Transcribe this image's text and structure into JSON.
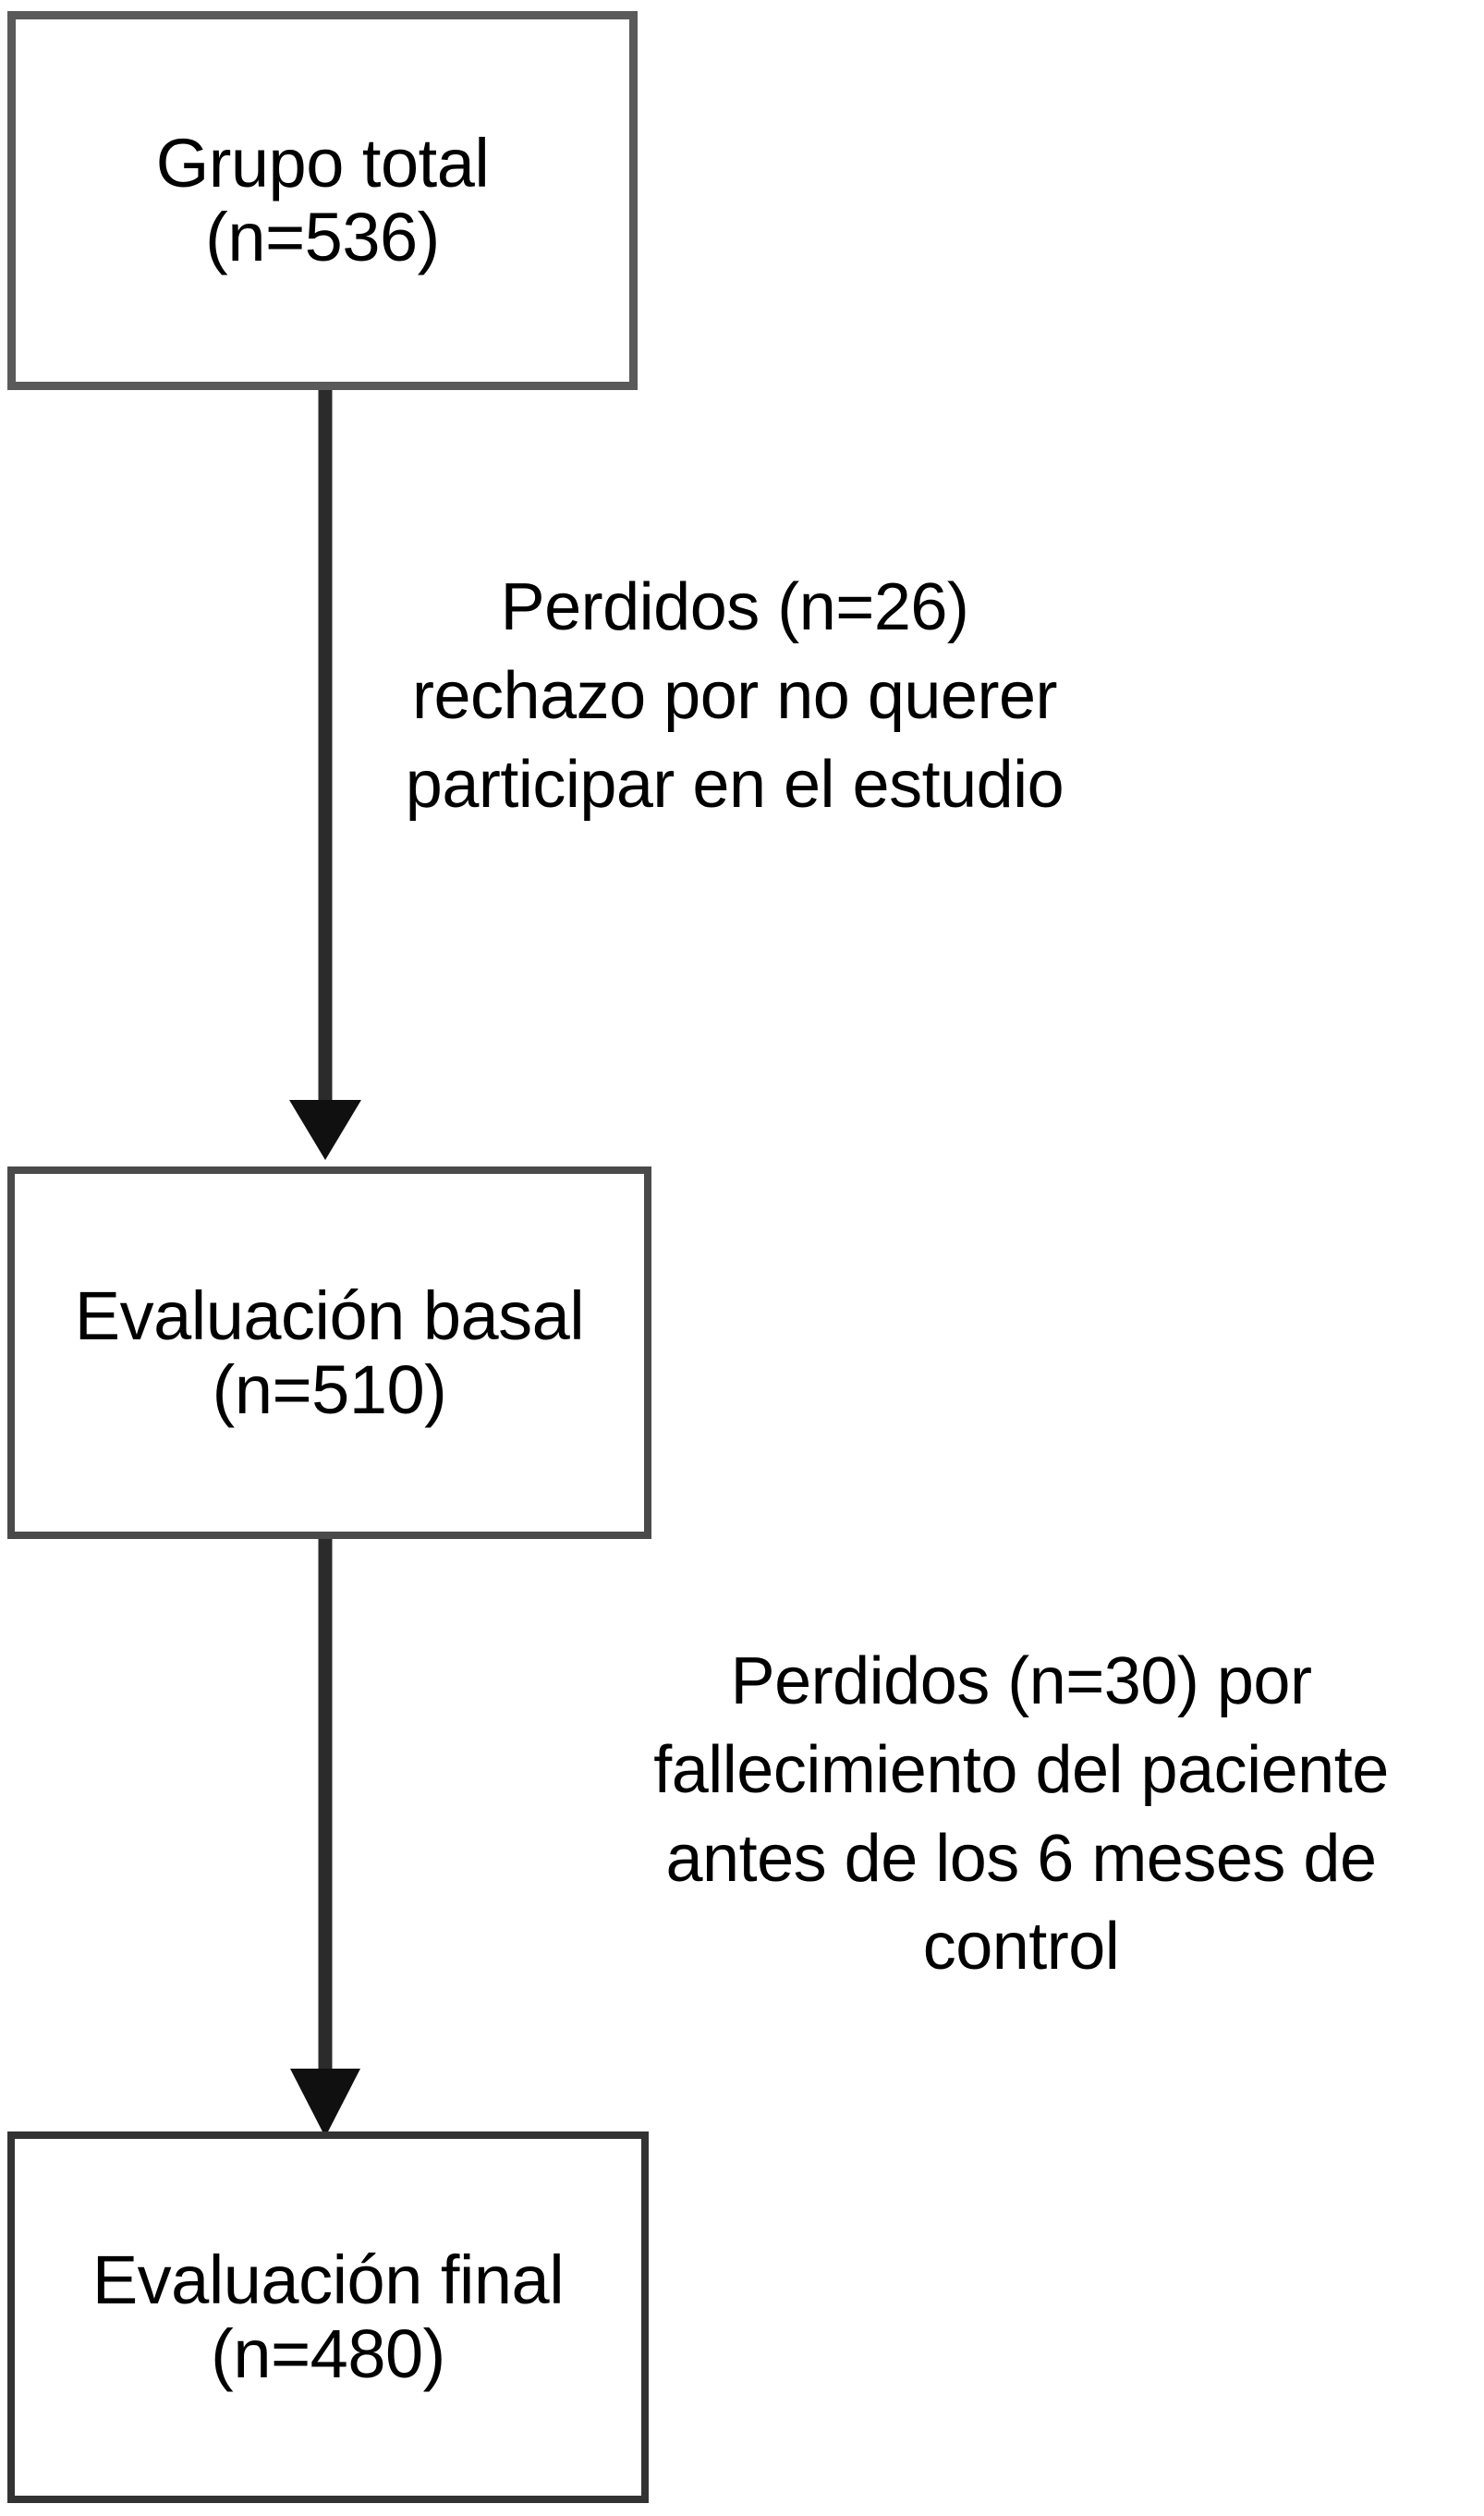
{
  "diagram": {
    "type": "participant-flow-chart",
    "language": "es",
    "background_color": "#ffffff",
    "text_color": "#000000"
  },
  "nodes": [
    {
      "id": "grupo-total",
      "label": "Grupo total\n(n=536)",
      "title": "Grupo total",
      "count_text": "(n=536)",
      "count": 536,
      "border_color": "#5a5a5a"
    },
    {
      "id": "evaluacion-basal",
      "label": "Evaluación basal\n(n=510)",
      "title": "Evaluación basal",
      "count_text": "(n=510)",
      "count": 510,
      "border_color": "#4a4a4a"
    },
    {
      "id": "evaluacion-final",
      "label": "Evaluación final\n(n=480)",
      "title": "Evaluación final",
      "count_text": "(n=480)",
      "count": 480,
      "border_color": "#333333"
    }
  ],
  "annotations": [
    {
      "id": "perdidos-1",
      "text": "Perdidos (n=26)\nrechazo por no querer\nparticipar en el estudio",
      "count_text": "(n=26)",
      "count": 26,
      "reason": "rechazo por no querer participar en el estudio"
    },
    {
      "id": "perdidos-2",
      "text": "Perdidos (n=30) por\nfallecimiento del paciente\nantes de los 6 meses de\ncontrol",
      "count_text": "(n=30)",
      "count": 30,
      "reason": "fallecimiento del paciente antes de los 6 meses de control"
    }
  ],
  "connectors": [
    {
      "id": "arrow-total-to-basal",
      "from": "grupo-total",
      "to": "evaluacion-basal",
      "color": "#2b2b2b"
    },
    {
      "id": "arrow-basal-to-final",
      "from": "evaluacion-basal",
      "to": "evaluacion-final",
      "color": "#2b2b2b"
    }
  ]
}
